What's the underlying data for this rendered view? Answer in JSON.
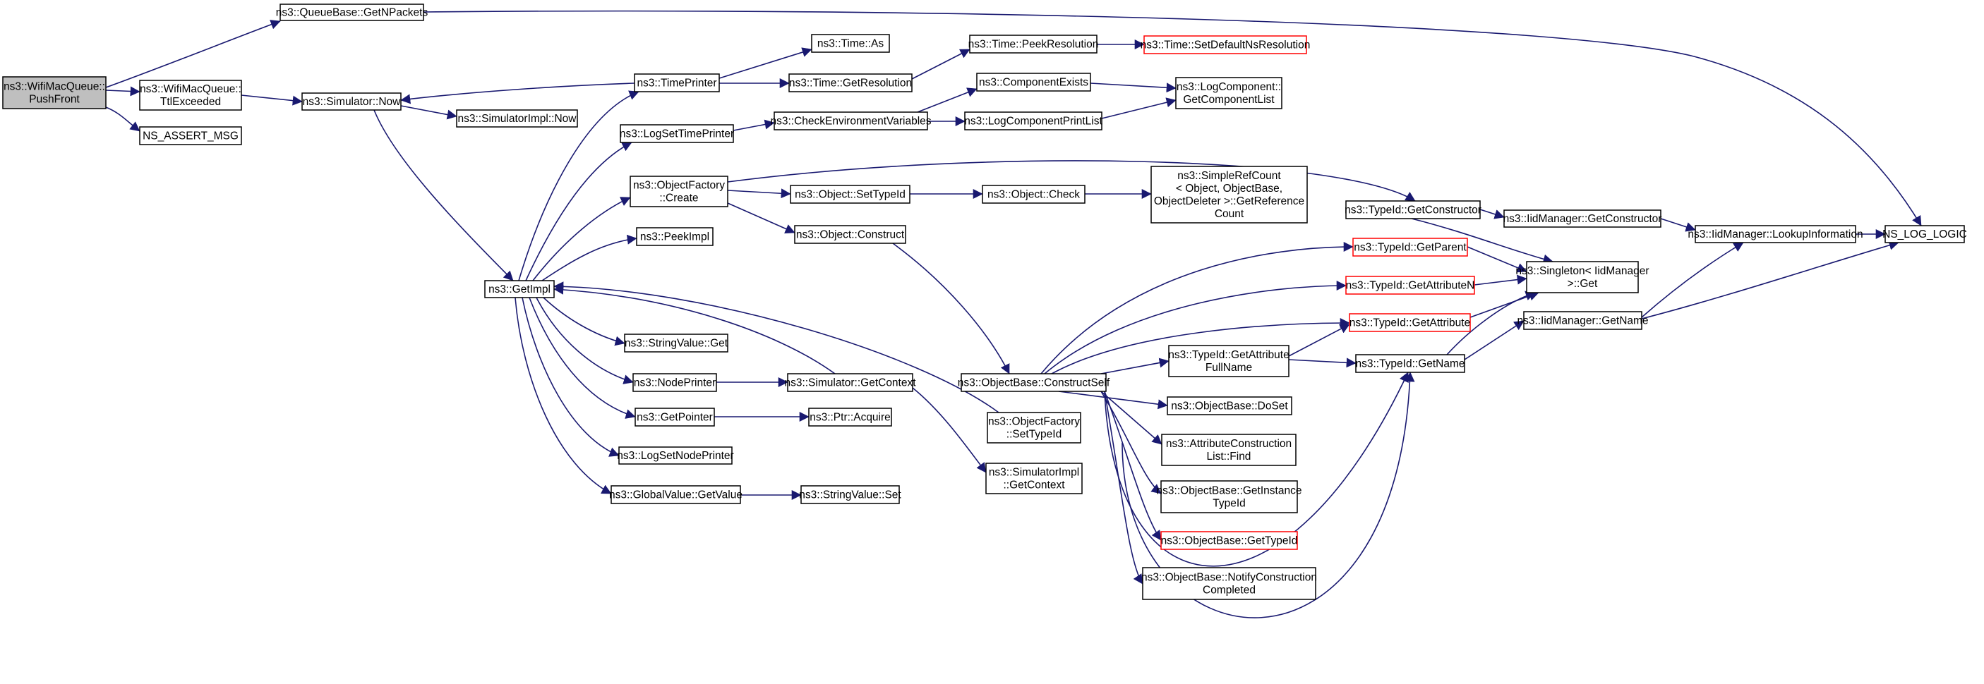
{
  "colors": {
    "edge": "#191970",
    "node_border": "#000000",
    "node_border_truncated": "#ff0000",
    "root_fill": "#bfbfbf",
    "node_fill": "#ffffff",
    "background": "#ffffff"
  },
  "nodes": {
    "wifi_pushfront": {
      "lines": [
        "ns3::WifiMacQueue::",
        "PushFront"
      ],
      "root": true
    },
    "queuebase_getnpackets": {
      "lines": [
        "ns3::QueueBase::GetNPackets"
      ]
    },
    "wifi_ttlexceeded": {
      "lines": [
        "ns3::WifiMacQueue::",
        "TtlExceeded"
      ]
    },
    "ns_assert_msg": {
      "lines": [
        "NS_ASSERT_MSG"
      ]
    },
    "simulator_now": {
      "lines": [
        "ns3::Simulator::Now"
      ]
    },
    "simulatorimpl_now": {
      "lines": [
        "ns3::SimulatorImpl::Now"
      ]
    },
    "getimpl": {
      "lines": [
        "ns3::GetImpl"
      ]
    },
    "timeprinter": {
      "lines": [
        "ns3::TimePrinter"
      ]
    },
    "logsettimeprinter": {
      "lines": [
        "ns3::LogSetTimePrinter"
      ]
    },
    "objectfactory_create": {
      "lines": [
        "ns3::ObjectFactory",
        "::Create"
      ]
    },
    "peekimpl": {
      "lines": [
        "ns3::PeekImpl"
      ]
    },
    "stringvalue_get": {
      "lines": [
        "ns3::StringValue::Get"
      ]
    },
    "nodeprinter": {
      "lines": [
        "ns3::NodePrinter"
      ]
    },
    "getpointer": {
      "lines": [
        "ns3::GetPointer"
      ]
    },
    "logsetnodeprinter": {
      "lines": [
        "ns3::LogSetNodePrinter"
      ]
    },
    "globalvalue_getvalue": {
      "lines": [
        "ns3::GlobalValue::GetValue"
      ]
    },
    "time_as": {
      "lines": [
        "ns3::Time::As"
      ]
    },
    "time_getresolution": {
      "lines": [
        "ns3::Time::GetResolution"
      ]
    },
    "checkenvvars": {
      "lines": [
        "ns3::CheckEnvironmentVariables"
      ]
    },
    "object_settypeid": {
      "lines": [
        "ns3::Object::SetTypeId"
      ]
    },
    "object_construct": {
      "lines": [
        "ns3::Object::Construct"
      ]
    },
    "simulator_getcontext": {
      "lines": [
        "ns3::Simulator::GetContext"
      ]
    },
    "ptr_acquire": {
      "lines": [
        "ns3::Ptr::Acquire"
      ]
    },
    "stringvalue_set": {
      "lines": [
        "ns3::StringValue::Set"
      ]
    },
    "time_peekresolution": {
      "lines": [
        "ns3::Time::PeekResolution"
      ]
    },
    "componentexists": {
      "lines": [
        "ns3::ComponentExists"
      ]
    },
    "logcomponentprintlist": {
      "lines": [
        "ns3::LogComponentPrintList"
      ]
    },
    "object_check": {
      "lines": [
        "ns3::Object::Check"
      ]
    },
    "objectbase_constructself": {
      "lines": [
        "ns3::ObjectBase::ConstructSelf"
      ]
    },
    "objectfactory_settypeid": {
      "lines": [
        "ns3::ObjectFactory",
        "::SetTypeId"
      ]
    },
    "simulatorimpl_getcontext": {
      "lines": [
        "ns3::SimulatorImpl",
        "::GetContext"
      ]
    },
    "time_setdefaultnsresolution": {
      "lines": [
        "ns3::Time::SetDefaultNsResolution"
      ],
      "truncated": true
    },
    "logcomponent_getcomponentlist": {
      "lines": [
        "ns3::LogComponent::",
        "GetComponentList"
      ]
    },
    "simplerefcount": {
      "lines": [
        "ns3::SimpleRefCount",
        "< Object, ObjectBase,",
        "ObjectDeleter >::GetReference",
        "Count"
      ]
    },
    "typeid_getattributefullname": {
      "lines": [
        "ns3::TypeId::GetAttribute",
        "FullName"
      ]
    },
    "objectbase_doset": {
      "lines": [
        "ns3::ObjectBase::DoSet"
      ]
    },
    "attributeconstructionlist_find": {
      "lines": [
        "ns3::AttributeConstruction",
        "List::Find"
      ]
    },
    "objectbase_getinstancetypeid": {
      "lines": [
        "ns3::ObjectBase::GetInstance",
        "TypeId"
      ]
    },
    "objectbase_gettypeid": {
      "lines": [
        "ns3::ObjectBase::GetTypeId"
      ],
      "truncated": true
    },
    "objectbase_notifyconstructioncompleted": {
      "lines": [
        "ns3::ObjectBase::NotifyConstruction",
        "Completed"
      ]
    },
    "typeid_getconstructor": {
      "lines": [
        "ns3::TypeId::GetConstructor"
      ]
    },
    "typeid_getparent": {
      "lines": [
        "ns3::TypeId::GetParent"
      ],
      "truncated": true
    },
    "typeid_getattributen": {
      "lines": [
        "ns3::TypeId::GetAttributeN"
      ],
      "truncated": true
    },
    "typeid_getattribute": {
      "lines": [
        "ns3::TypeId::GetAttribute"
      ],
      "truncated": true
    },
    "typeid_getname": {
      "lines": [
        "ns3::TypeId::GetName"
      ]
    },
    "iidmanager_getconstructor": {
      "lines": [
        "ns3::IidManager::GetConstructor"
      ]
    },
    "singleton_get": {
      "lines": [
        "ns3::Singleton< IidManager",
        ">::Get"
      ]
    },
    "iidmanager_getname": {
      "lines": [
        "ns3::IidManager::GetName"
      ]
    },
    "iidmanager_lookupinformation": {
      "lines": [
        "ns3::IidManager::LookupInformation"
      ]
    },
    "ns_log_logic": {
      "lines": [
        "NS_LOG_LOGIC"
      ]
    }
  }
}
